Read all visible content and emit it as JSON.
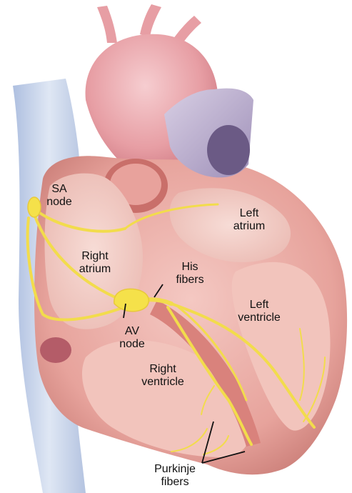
{
  "colors": {
    "conduction_path": "#f2dc4c",
    "node_fill": "#f5e14a",
    "heart_muscle": "#e7a39c",
    "heart_muscle_dark": "#c96f6a",
    "chamber_interior": "#f3cfc8",
    "vessel_lavender": "#b6aac9",
    "vena_cava": "#c8d6ea",
    "label_text": "#111111",
    "pointer_line": "#111111"
  },
  "labels": {
    "sa_node": [
      "SA",
      "node"
    ],
    "left_atrium": [
      "Left",
      "atrium"
    ],
    "right_atrium": [
      "Right",
      "atrium"
    ],
    "his_fibers": [
      "His",
      "fibers"
    ],
    "left_ventricle": [
      "Left",
      "ventricle"
    ],
    "av_node": [
      "AV",
      "node"
    ],
    "right_ventricle": [
      "Right",
      "ventricle"
    ],
    "purkinje_fibers": [
      "Purkinje",
      "fibers"
    ]
  }
}
